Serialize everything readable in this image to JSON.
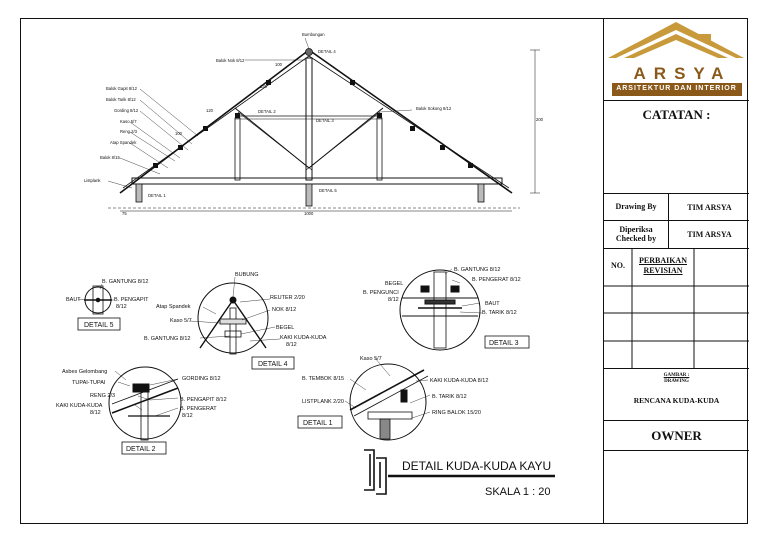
{
  "main_truss": {
    "labels": {
      "bumbungan": "Bumbungan",
      "detail4": "DETAIL 4",
      "balok_nok": "Balok Nok 8/12",
      "balok_gapit": "Balok Gapit 8/12",
      "balok_tarik": "Balok Tarik 8/12",
      "gording": "Gording 8/12",
      "kaso": "Kaso 5/7",
      "reng": "Reng 2/3",
      "atap": "Atap Spandek",
      "balok_ss": "Balok 8/15",
      "listplank": "Listplank",
      "detail2": "DETAIL 2",
      "detail3": "DETAIL 3",
      "balok_sokong": "Balok Sokong 8/12",
      "detail1": "DETAIL 1",
      "detail5": "DETAIL 5",
      "dim_height": "200",
      "dim_span": "1000",
      "dim_eave": "75",
      "dim_a": "120",
      "dim_b": "120",
      "dim_c": "100",
      "dim_d": "100"
    }
  },
  "details": {
    "d5": {
      "title": "DETAIL 5",
      "b_gantung": "B. GANTUNG 8/12",
      "baut": "BAUT",
      "b_pengapit": "B. PENGAPIT",
      "b_pengapit_size": "8/12"
    },
    "d4": {
      "title": "DETAIL 4",
      "bubung": "BUBUNG",
      "atap": "Atap Spandek",
      "reuter": "REUTER 2/20",
      "kaso": "Kaso 5/7",
      "nok": "NOK 8/12",
      "begel": "BEGEL",
      "b_gantung": "B. GANTUNG 8/12",
      "kaki": "KAKI KUDA-KUDA",
      "kaki_size": "8/12"
    },
    "d3": {
      "title": "DETAIL 3",
      "begel": "BEGEL",
      "b_gantung": "B. GANTUNG 8/12",
      "b_pengunci": "B. PENGUNCI",
      "b_pengunci_size": "8/12",
      "b_pengerat": "B. PENGERAT 8/12",
      "baut": "BAUT",
      "b_tarik": "B. TARIK 8/12"
    },
    "d2": {
      "title": "DETAIL 2",
      "asbes": "Asbes Gelombang",
      "tupai": "TUPAI-TUPAI",
      "reng": "RENG 2/3",
      "kaki": "KAKI KUDA-KUDA",
      "kaki_size": "8/12",
      "gording": "GORDING 8/12",
      "b_pengapit": "B. PENGAPIT 8/12",
      "b_pengerat": "B. PENGERAT",
      "b_pengerat_size": "8/12"
    },
    "d1": {
      "title": "DETAIL 1",
      "kaso": "Kaso 5/7",
      "b_tembok": "B. TEMBOK 8/15",
      "listplank": "LISTPLANK 2/20",
      "kaki": "KAKI KUDA-KUDA 8/12",
      "b_tarik": "B. TARIK 8/12",
      "ring_balok": "RING BALOK 15/20"
    }
  },
  "drawing_title": {
    "title": "DETAIL KUDA-KUDA KAYU",
    "scale": "SKALA 1 : 20"
  },
  "titleblock": {
    "brand": "ARSYA",
    "tagline": "ARSITEKTUR DAN INTERIOR",
    "catatan": "CATATAN :",
    "drawing_by_label": "Drawing By",
    "drawing_by_value": "TIM ARSYA",
    "checked_label_1": "Diperiksa",
    "checked_label_2": "Checked by",
    "checked_value": "TIM ARSYA",
    "no_label": "NO.",
    "revision_label_1": "PERBAIKAN",
    "revision_label_2": "REVISIAN",
    "gambar_label_1": "GAMBAR :",
    "gambar_label_2": "DRAWING",
    "gambar_value": "RENCANA KUDA-KUDA",
    "owner": "OWNER"
  },
  "colors": {
    "brand": "#8b5a1a",
    "brand_band": "#8b5a1a",
    "roof_gold": "#c89a3c"
  }
}
